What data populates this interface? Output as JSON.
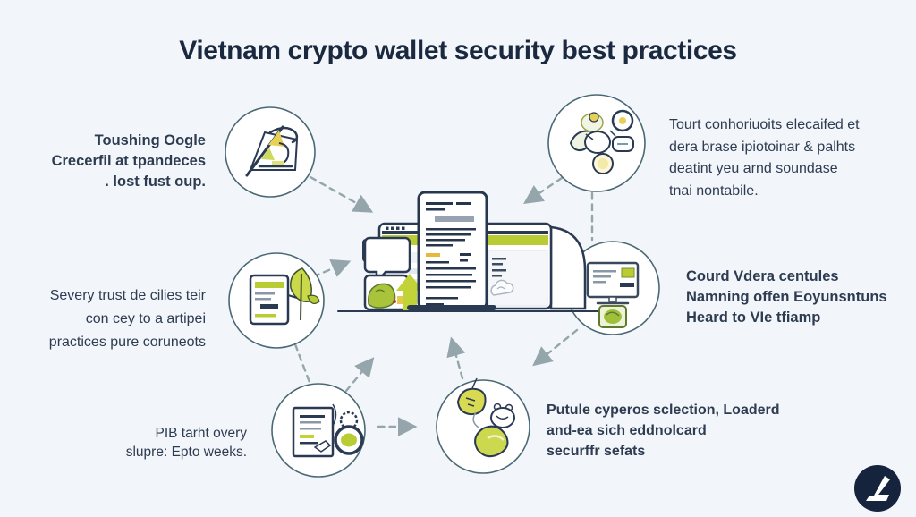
{
  "title": "Vietnam crypto wallet security best practices",
  "notes": {
    "top_left": {
      "lines": [
        "Toushing Oogle",
        "Crecerfil at tpandeces",
        ". lost fust oup."
      ]
    },
    "top_right": {
      "lines": [
        "Tourt conhoriuoits elecaifed et",
        "dera brase ipiotoinar & palhts",
        "deatint yeu arnd soundase",
        "tnai nontabile."
      ]
    },
    "mid_left": {
      "lines": [
        "Severy trust de cilies teir",
        "con cey to a artipei",
        "practices pure coruneots"
      ]
    },
    "mid_right": {
      "lines": [
        "Courd Vdera centules",
        "Namning offen Eoyunsntuns",
        "Heard to VIe tfiamp"
      ]
    },
    "bottom_left": {
      "lines": [
        "PIB tarht overy",
        "slupre: Epto weeks."
      ]
    },
    "bottom_right": {
      "lines": [
        "Putule cyperos sclection, Loaderd",
        "and-ea sich eddnolcard",
        "securffr sefats"
      ]
    }
  },
  "icons": {
    "top_left_node": "hardware-wallet-sketch-icon",
    "top_right_node": "community-cluster-icon",
    "mid_left_node": "tablet-leaf-icon",
    "mid_right_node": "desktop-monitor-card-icon",
    "bottom_left_node": "certificate-seal-icon",
    "bottom_center_node": "shield-blobs-icon",
    "center": "crypto-wallet-browser-illustration",
    "logo": "brand-logo-l-mark"
  },
  "colors": {
    "background": "#f2f5f9",
    "title": "#1b2940",
    "body_text": "#2e3c52",
    "accent_green": "#bccb34",
    "accent_yellow": "#e8cf56",
    "outline_navy": "#2a3a52",
    "circle_border": "#4a6875",
    "arrow": "#94a6ab",
    "logo_bg": "#16233d",
    "logo_glyph": "#ffffff"
  }
}
